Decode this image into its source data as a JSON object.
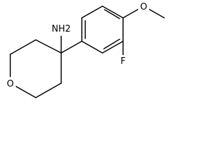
{
  "molecule": {
    "atoms": {
      "amine": "NH2",
      "ring_oxygen": "O",
      "methoxy_oxygen": "O",
      "fluorine": "F"
    },
    "colors": {
      "bond": "#000000",
      "label": "#000000",
      "background": "#ffffff"
    }
  }
}
